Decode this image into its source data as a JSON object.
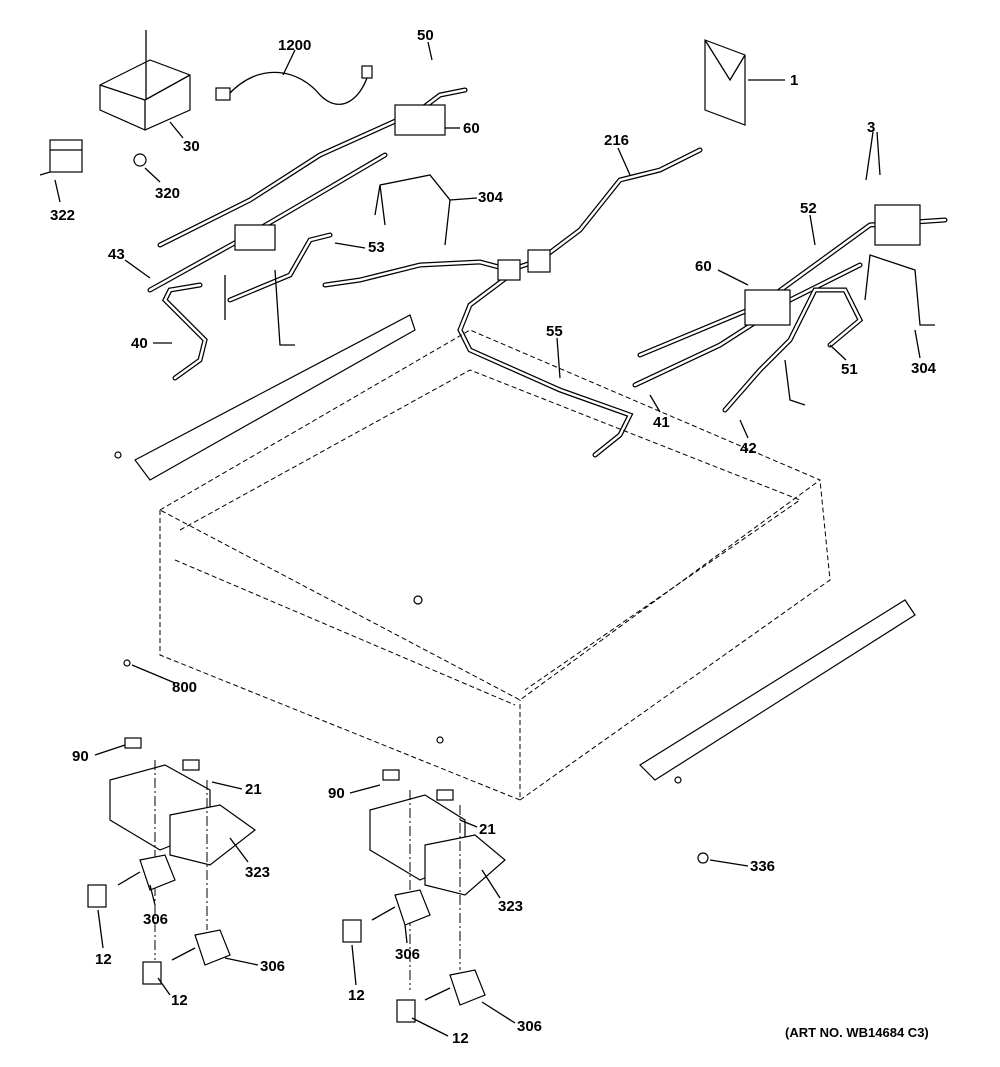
{
  "callouts": {
    "c1": "1",
    "c1200": "1200",
    "c50": "50",
    "c30": "30",
    "c60a": "60",
    "c216": "216",
    "c3": "3",
    "c320": "320",
    "c322": "322",
    "c304a": "304",
    "c52": "52",
    "c43": "43",
    "c53": "53",
    "c60b": "60",
    "c55": "55",
    "c40": "40",
    "c304b": "304",
    "c51": "51",
    "c41": "41",
    "c42": "42",
    "c800": "800",
    "c90a": "90",
    "c21a": "21",
    "c323a": "323",
    "c306a": "306",
    "c12a": "12",
    "c306b": "306",
    "c12b": "12",
    "c90b": "90",
    "c21b": "21",
    "c323b": "323",
    "c306c": "306",
    "c12c": "12",
    "c306d": "306",
    "c12d": "12",
    "c336": "336"
  },
  "art_number": "(ART NO. WB14684 C3)"
}
